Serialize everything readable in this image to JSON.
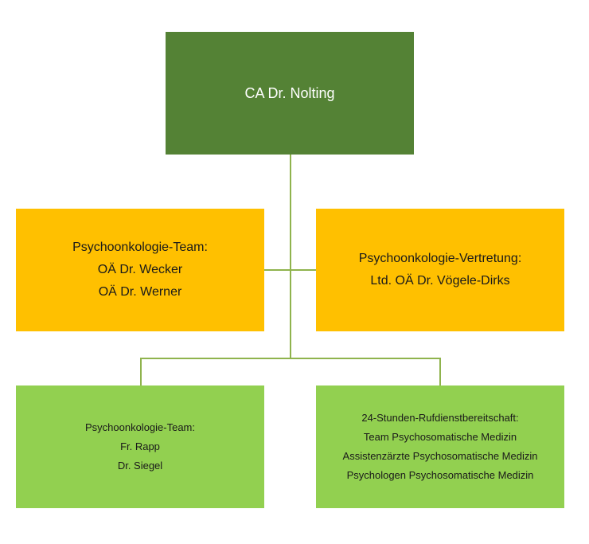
{
  "root": {
    "label": "CA Dr. Nolting",
    "color": "#548235"
  },
  "middle": [
    {
      "lines": [
        "Psychoonkologie-Team:",
        "OÄ Dr. Wecker",
        "OÄ Dr. Werner"
      ],
      "color": "#ffc000"
    },
    {
      "lines": [
        "Psychoonkologie-Vertretung:",
        "Ltd. OÄ Dr. Vögele-Dirks"
      ],
      "color": "#ffc000"
    }
  ],
  "lower": [
    {
      "lines": [
        "Psychoonkologie-Team:",
        "Fr. Rapp",
        "Dr. Siegel"
      ],
      "color": "#92d050"
    },
    {
      "lines": [
        "24-Stunden-Rufdienstbereitschaft:",
        "Team Psychosomatische Medizin",
        "Assistenzärzte Psychosomatische Medizin",
        "Psychologen Psychosomatische Medizin"
      ],
      "color": "#92d050"
    }
  ]
}
